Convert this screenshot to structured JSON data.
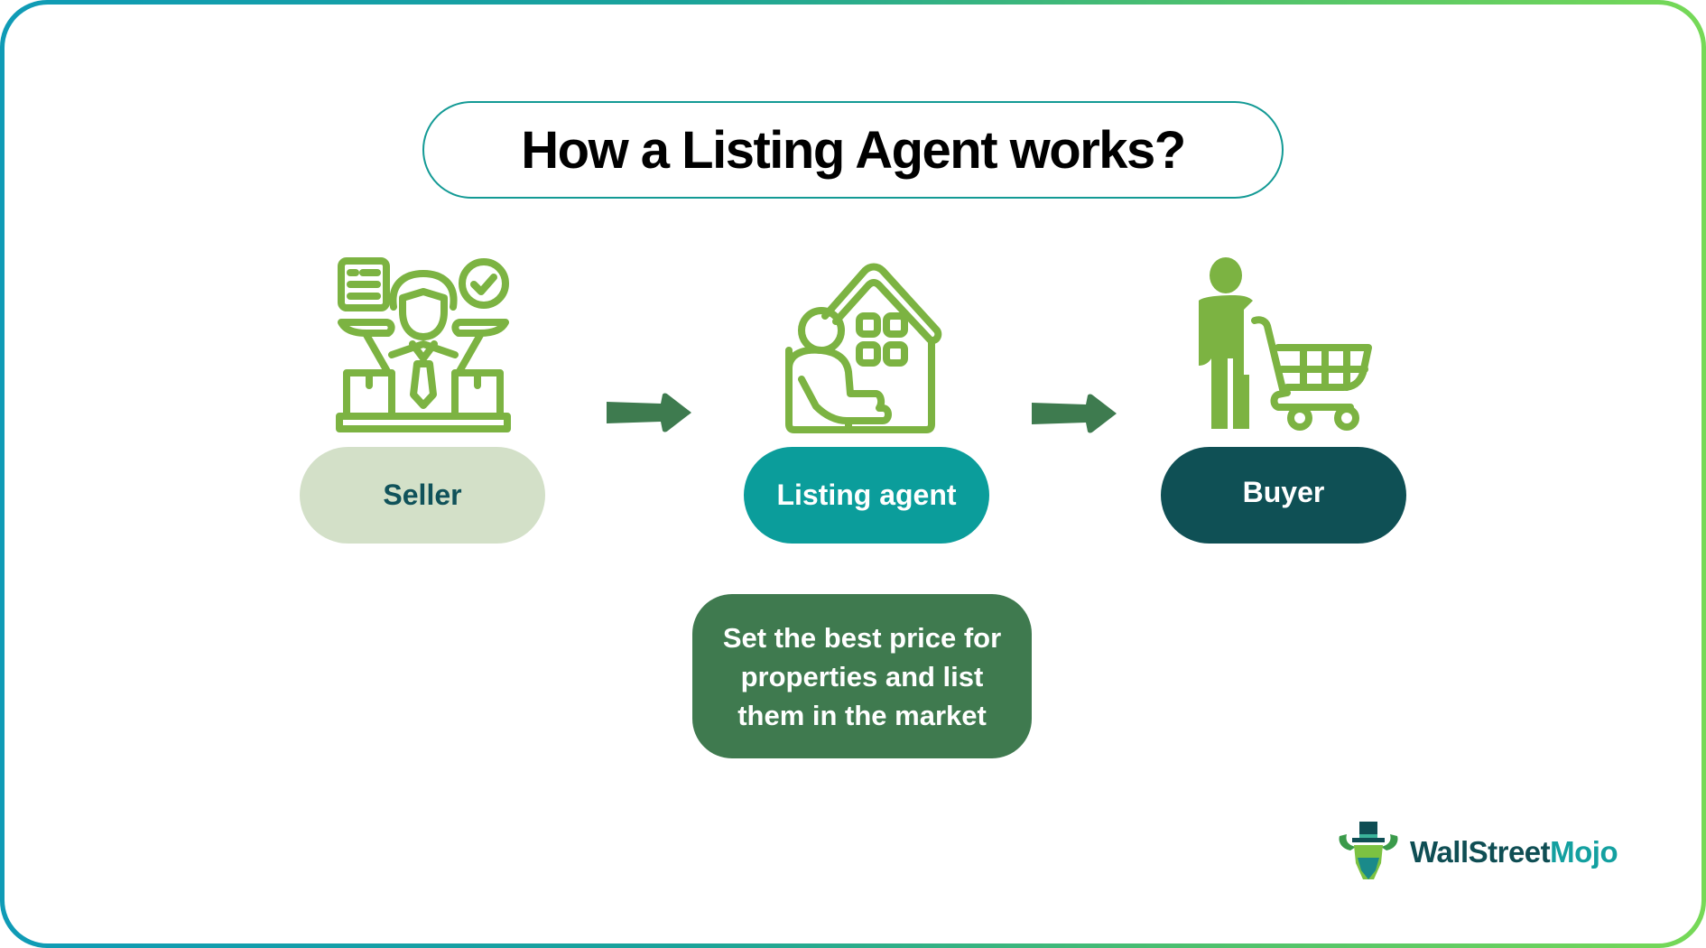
{
  "title": "How a Listing Agent works?",
  "flow": {
    "nodes": [
      {
        "label": "Seller",
        "icon": "seller-presenting-boxes-icon",
        "bg": "#d3e0c8",
        "fg": "#10525a"
      },
      {
        "label": "Listing agent",
        "icon": "agent-house-icon",
        "bg": "#0b9d9b",
        "fg": "#ffffff"
      },
      {
        "label": "Buyer",
        "icon": "buyer-shopping-cart-icon",
        "bg": "#0f5055",
        "fg": "#ffffff"
      }
    ],
    "arrows": [
      {
        "from": "Seller",
        "to": "Listing agent",
        "icon": "arrow-right-icon"
      },
      {
        "from": "Listing agent",
        "to": "Buyer",
        "icon": "arrow-right-icon"
      }
    ]
  },
  "description": {
    "lines": [
      "Set the best price for",
      "properties and list",
      "them in the market"
    ],
    "bg": "#3f7a4f"
  },
  "logo": {
    "part1": "WallStreet",
    "part2": "Mojo"
  },
  "colors": {
    "icon_green": "#7cb342",
    "arrow_green": "#3e7b4f",
    "frame_start": "#0f9bb6",
    "frame_end": "#76d957",
    "title_border": "#139a95"
  }
}
